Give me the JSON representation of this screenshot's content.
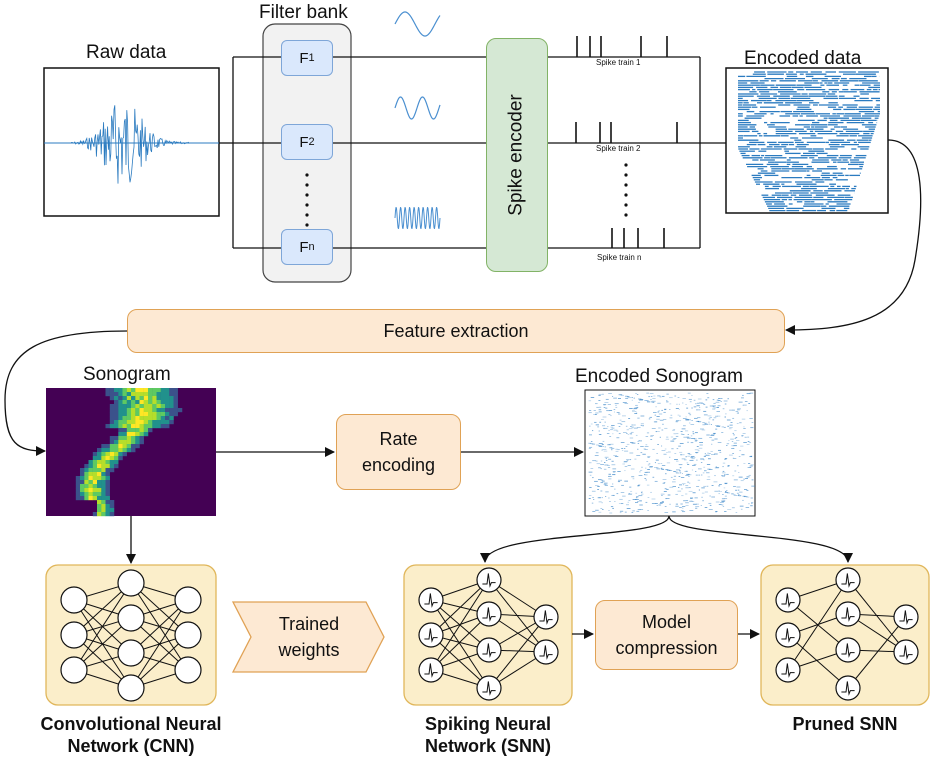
{
  "labels": {
    "raw_data": "Raw data",
    "filter_bank": "Filter bank",
    "encoded_data": "Encoded data",
    "spike_encoder": "Spike encoder",
    "feature_extraction": "Feature extraction",
    "sonogram": "Sonogram",
    "encoded_sonogram": "Encoded Sonogram",
    "rate_encoding_line1": "Rate",
    "rate_encoding_line2": "encoding",
    "trained_weights_line1": "Trained",
    "trained_weights_line2": "weights",
    "model_compression_line1": "Model",
    "model_compression_line2": "compression"
  },
  "filters": [
    {
      "main": "F",
      "sub": "1"
    },
    {
      "main": "F",
      "sub": "2"
    },
    {
      "main": "F",
      "sub": "n"
    }
  ],
  "spike_trains": [
    "Spike train 1",
    "Spike train  2",
    "Spike train n"
  ],
  "networks": {
    "cnn_line1": "Convolutional Neural",
    "cnn_line2": "Network (CNN)",
    "snn_line1": "Spiking Neural",
    "snn_line2": "Network (SNN)",
    "pruned": "Pruned SNN"
  },
  "colors": {
    "wave": "#2b7bc0",
    "filter_fill": "#dae8fc",
    "encoder_fill": "#d5e8d4",
    "orange_fill": "#fde9d3",
    "network_fill": "#fbeeca"
  }
}
